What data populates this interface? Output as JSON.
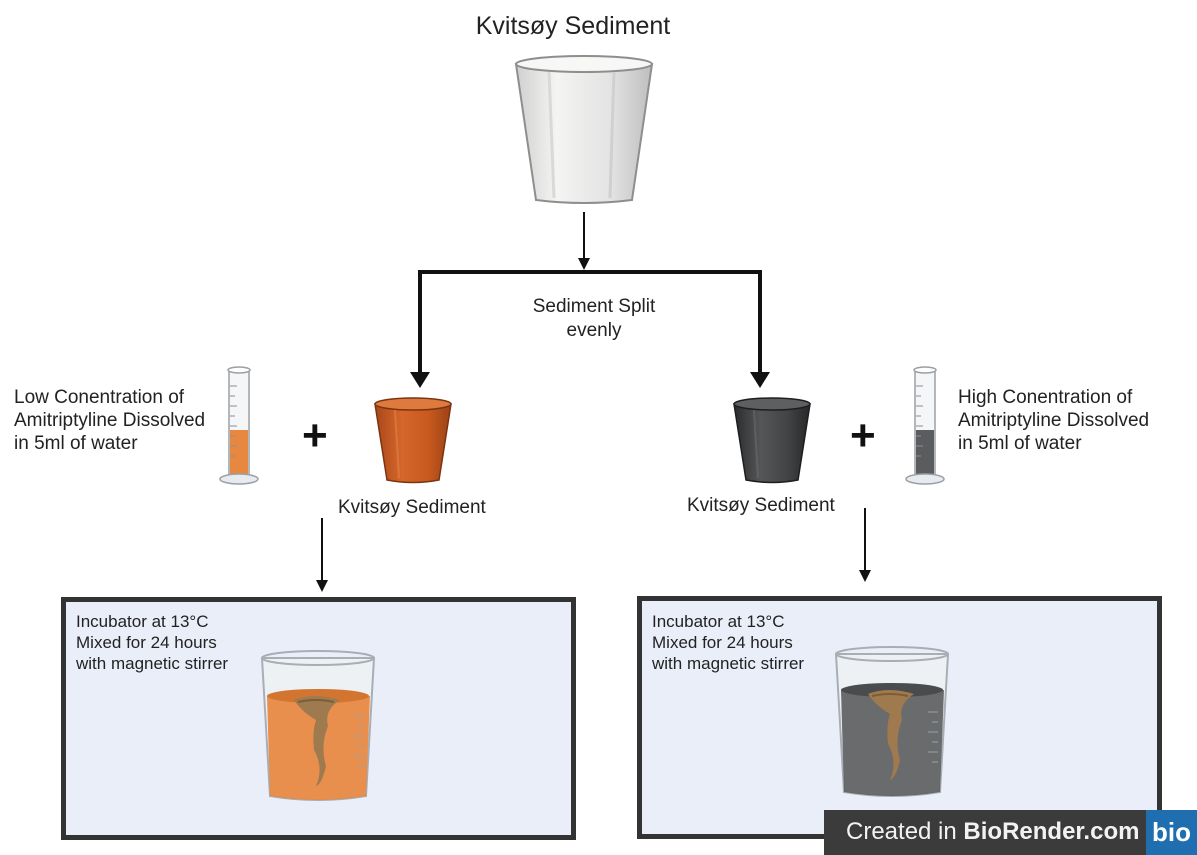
{
  "title": "Kvitsøy Sediment",
  "split_label": [
    "Sediment Split",
    "evenly"
  ],
  "left_branch": {
    "solution_label": [
      "Low Conentration of",
      "Amitriptyline Dissolved",
      "in 5ml of water"
    ],
    "plus": "+",
    "sediment_label": "Kvitsøy Sediment",
    "sediment_color": "#c8591f",
    "liquid_color": "#e8873f",
    "panel_lines": [
      "Incubator at 13°C",
      "Mixed for 24 hours",
      "with magnetic stirrer"
    ]
  },
  "right_branch": {
    "solution_label": [
      "High Conentration of",
      "Amitriptyline Dissolved",
      "in 5ml of water"
    ],
    "plus": "+",
    "sediment_label": "Kvitsøy Sediment",
    "sediment_color": "#3f4042",
    "liquid_color": "#5b5c5e",
    "panel_lines": [
      "Incubator at 13°C",
      "Mixed for 24 hours",
      "with magnetic stirrer"
    ]
  },
  "colors": {
    "top_cup": "#e6e7e6",
    "panel_bg": "#e9eef9",
    "panel_border": "#333333",
    "vortex": "#a07a4f"
  },
  "watermark": {
    "prefix": "Created in ",
    "brand": "BioRender.com",
    "logo": "bio"
  }
}
